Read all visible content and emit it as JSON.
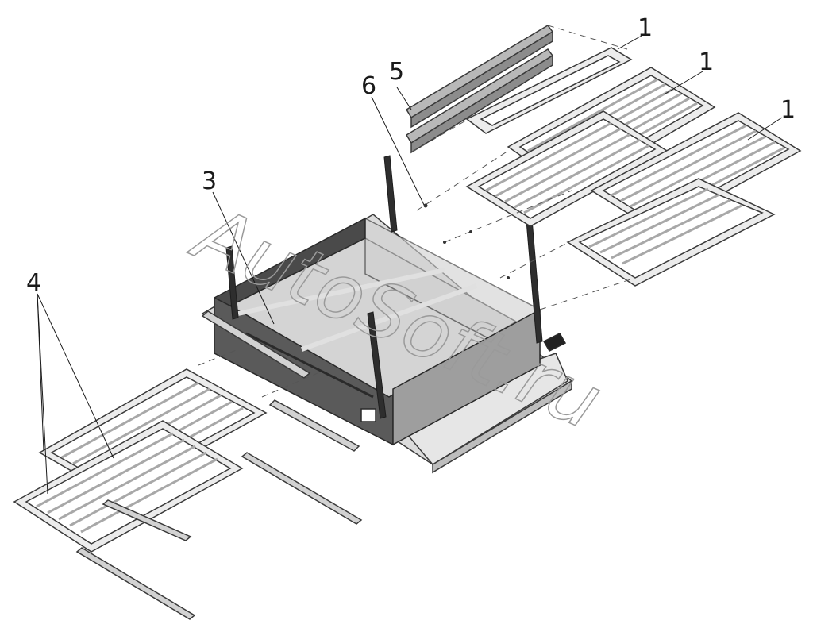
{
  "watermark": "AutoSoft.ru",
  "callouts": {
    "frame_a": "1",
    "frame_b": "1",
    "frame_c": "1",
    "base_assembly": "3",
    "side_frames": "4",
    "side_rails": "5",
    "fastener": "6"
  },
  "colors": {
    "line": "#3a3a3a",
    "frame_fill": "#ececec",
    "tray_fill": "#d9d9d9",
    "dark_wall": "#4a4a4a",
    "post": "#2e2e2e",
    "watermark": "#9a9a9a"
  }
}
